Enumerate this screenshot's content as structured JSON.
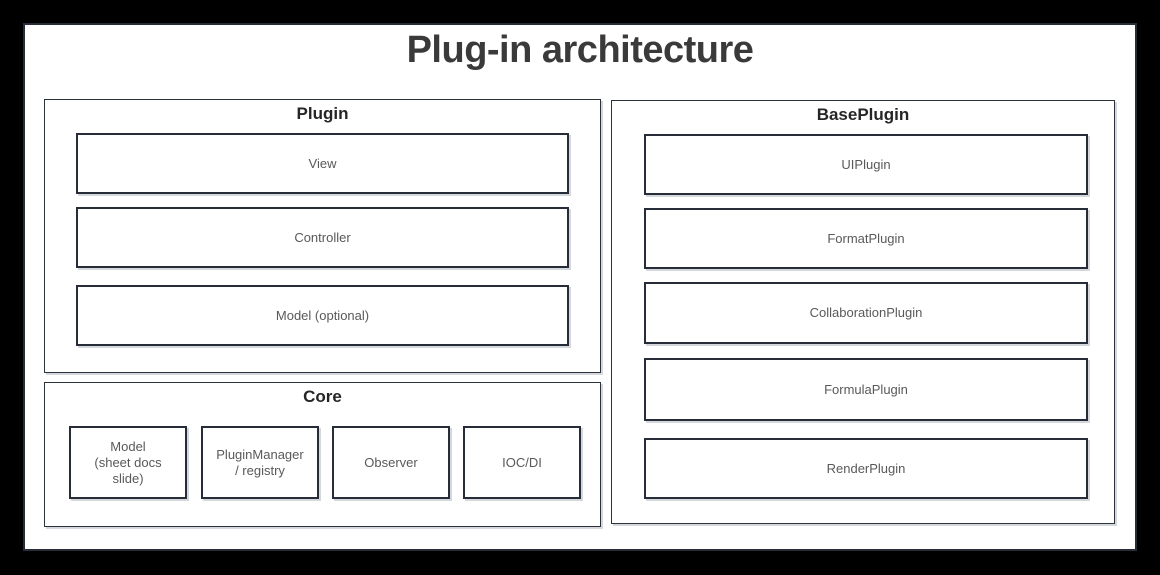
{
  "page": {
    "title": "Plug-in architecture"
  },
  "colors": {
    "background": "#000000",
    "panel": "#ffffff",
    "border_dark": "#262d38",
    "group_border": "#2b323c",
    "title_text": "#3a3a3a",
    "heading_text": "#262626",
    "label_text": "#595959",
    "shadow": "#a0a6af"
  },
  "sections": {
    "plugin": {
      "title": "Plugin",
      "boxes": [
        {
          "label": "View"
        },
        {
          "label": "Controller"
        },
        {
          "label": "Model (optional)"
        }
      ]
    },
    "core": {
      "title": "Core",
      "boxes": [
        {
          "label": "Model (sheet docs slide)",
          "lines": [
            "Model",
            "(sheet docs",
            "slide)"
          ]
        },
        {
          "label": "PluginManager / registry",
          "lines": [
            "PluginManager",
            "/ registry"
          ]
        },
        {
          "label": "Observer"
        },
        {
          "label": "IOC/DI"
        }
      ]
    },
    "baseplugin": {
      "title": "BasePlugin",
      "boxes": [
        {
          "label": "UIPlugin"
        },
        {
          "label": "FormatPlugin"
        },
        {
          "label": "CollaborationPlugin"
        },
        {
          "label": "FormulaPlugin"
        },
        {
          "label": "RenderPlugin"
        }
      ]
    }
  }
}
